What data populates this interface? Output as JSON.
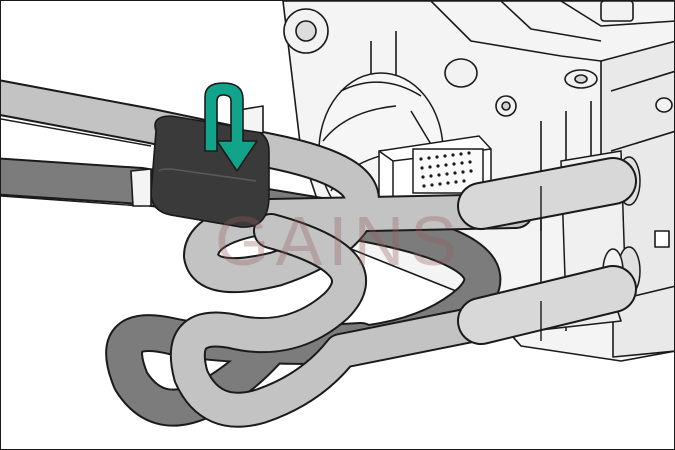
{
  "watermark": {
    "text": "GAINS"
  },
  "components": [
    "ferrite-core-clip",
    "rotation-arrow-icon",
    "power-cable-light-grey",
    "power-cable-dark-grey",
    "power-supply-module",
    "connector-receptacle",
    "fan-grille"
  ],
  "colors": {
    "cable_light": "#c3c3c3",
    "cable_dark": "#7c7c7c",
    "ferrite": "#3a3a3a",
    "arrow": "#12a48a",
    "outline": "#1a1a1a",
    "hardware": "#f2f2f2"
  }
}
